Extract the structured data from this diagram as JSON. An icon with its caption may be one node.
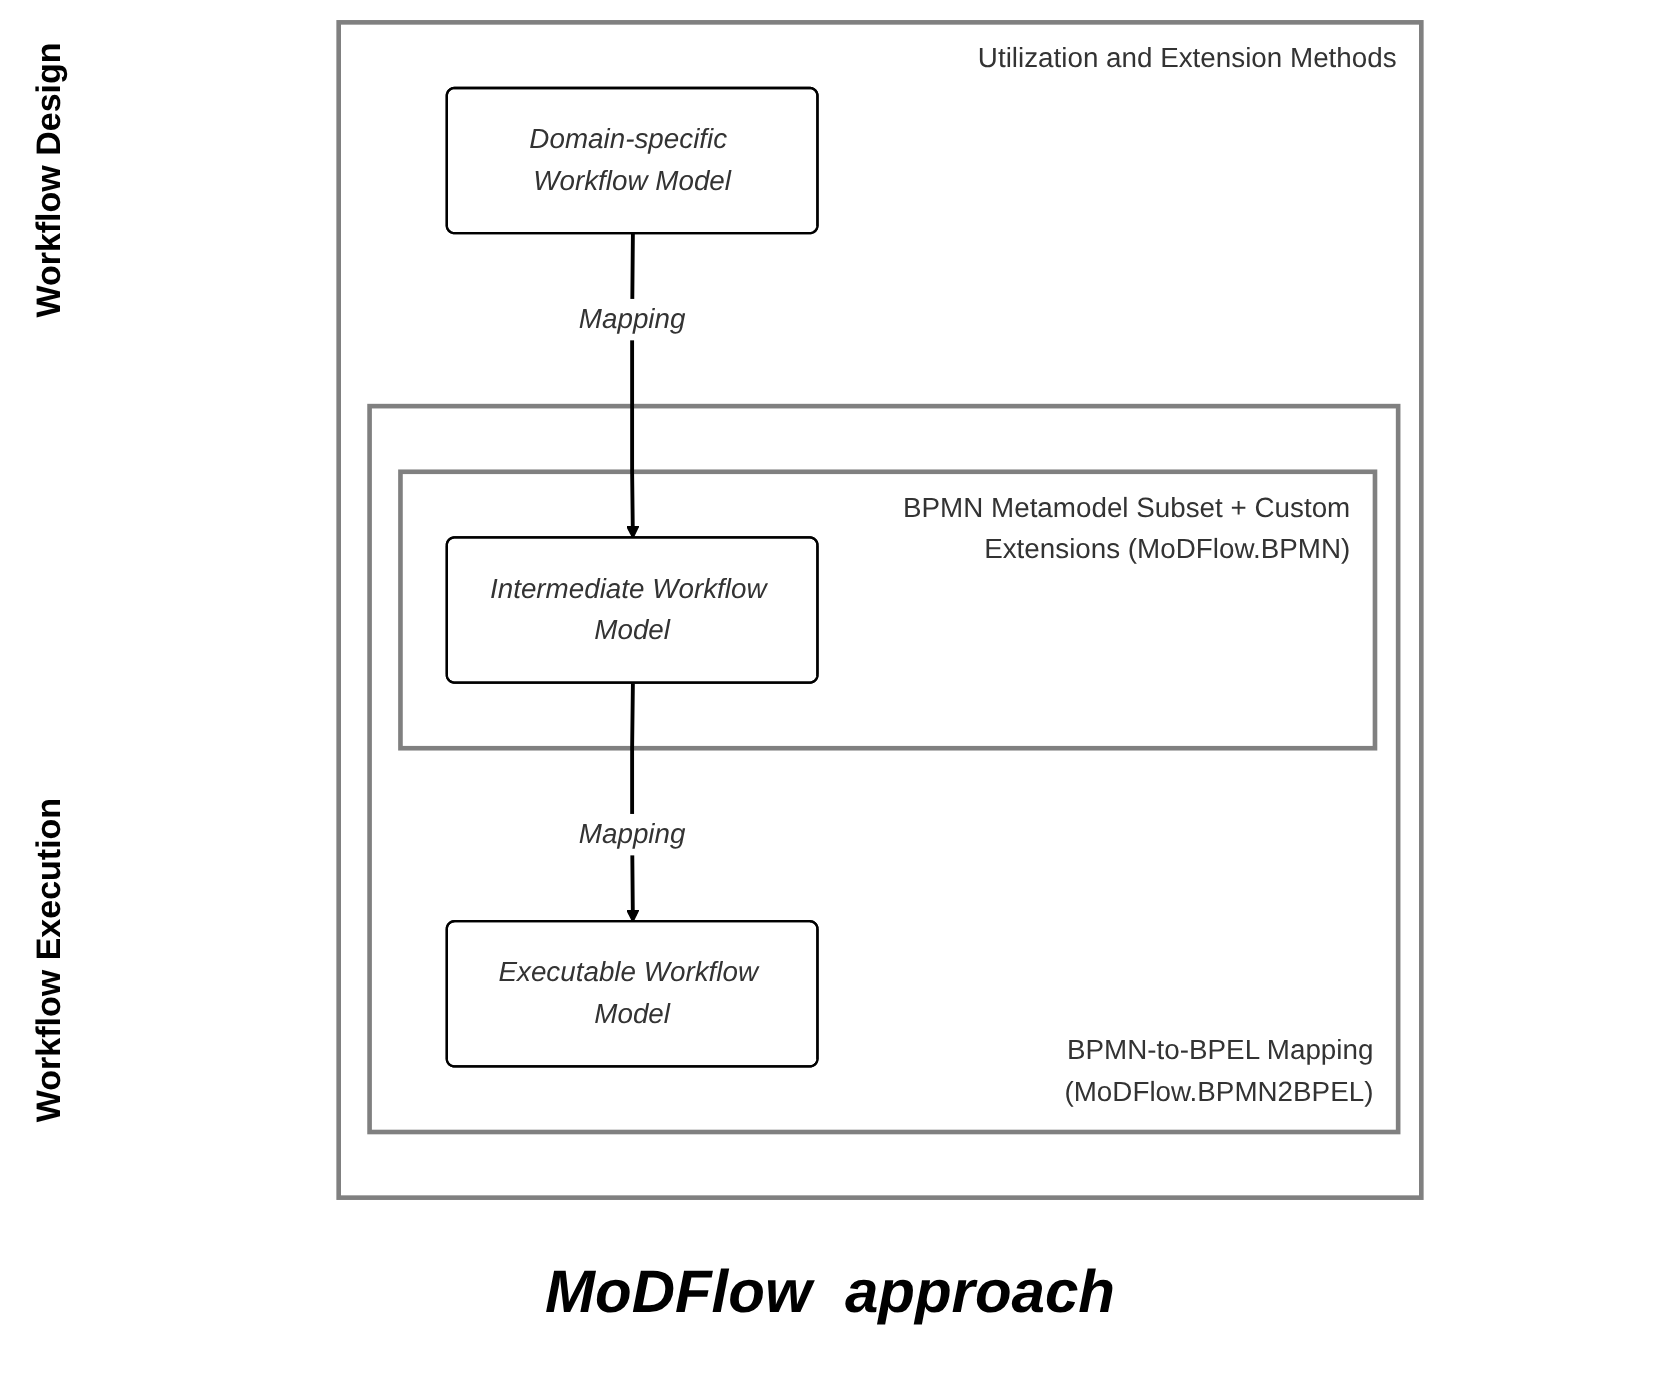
{
  "diagram": {
    "caption": "MoDFlow  approach",
    "nodes": [
      {
        "text": [
          "Utilization and Extension Methods"
        ]
      },
      {
        "text": [
          "Domain-specific Workflow Model"
        ],
        "in": 0
      },
      {
        "text": [
          "BPMN-to-BPEL Mapping (MoDFlow.BPMN2BPEL)"
        ],
        "in": 0
      },
      {
        "text": [
          "BPMN Metamodel Subset + Custom Extensions (MoDFlow.BPMN)"
        ],
        "in": 2
      },
      {
        "text": [
          "Intermediate Workflow Model"
        ],
        "in": 3
      },
      {
        "text": [
          "Executable Workflow Model"
        ],
        "in": 2
      }
    ],
    "edges": [
      {
        "from": 1,
        "to": 4,
        "arrow": "to",
        "label": "Mapping"
      },
      {
        "from": 4,
        "to": 5,
        "arrow": "to",
        "label": "Mapping"
      }
    ],
    "labels": [
      "Workflow Design",
      "Workflow Execution"
    ]
  }
}
